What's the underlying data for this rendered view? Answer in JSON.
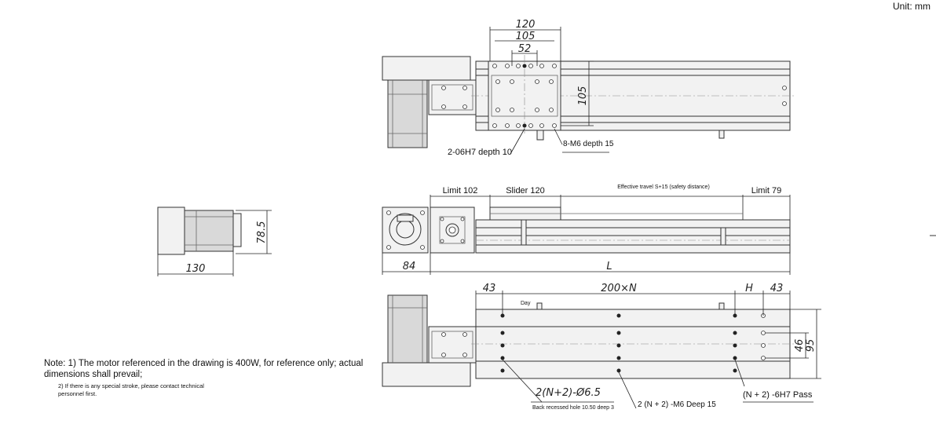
{
  "unit_label": "Unit: mm",
  "top_view": {
    "dim_120": "120",
    "dim_105_top": "105",
    "dim_52": "52",
    "dim_105_side": "105",
    "callout_dowel": "2-06H7 depth 10",
    "callout_thread": "8-M6 depth 15"
  },
  "front_view": {
    "limit_left": "Limit 102",
    "slider": "Slider 120",
    "effective_travel": "Effective travel S+15 (safety distance)",
    "limit_right": "Limit 79",
    "dim_84": "84",
    "dim_L": "L"
  },
  "end_view": {
    "dim_78_5": "78.5",
    "dim_130": "130"
  },
  "bottom_view": {
    "dim_43_left": "43",
    "dim_200N": "200×N",
    "dim_H": "H",
    "dim_43_right": "43",
    "dim_46": "46",
    "dim_95": "95",
    "small_label": "Day",
    "callout_holes": "2(N+2)-Ø6.5",
    "callout_counterbore": "Back recessed hole 10.50 deep 3",
    "callout_m6": "2 (N + 2) -M6 Deep 15",
    "callout_pin": "(N + 2) -6H7 Pass"
  },
  "notes": {
    "note1": "Note: 1) The motor referenced in the drawing is 400W, for reference only; actual dimensions shall prevail;",
    "note2": "2) If there is any special stroke, please contact technical personnel first."
  }
}
